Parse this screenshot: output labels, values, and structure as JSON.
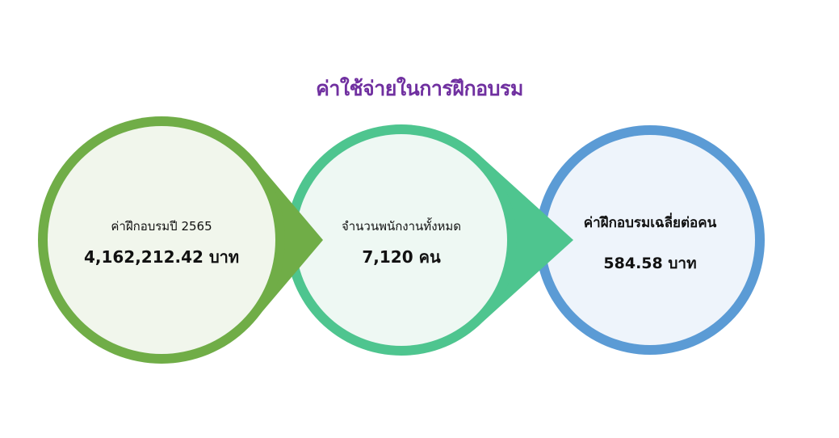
{
  "title": "ค่าใช้จ่ายในการฝึกอบรม",
  "steps": [
    {
      "label": "ค่าฝึกอบรมปี 2565",
      "value": "4,162,212.42 บาท",
      "ring": "#70AD47",
      "fill": "#F1F6EC"
    },
    {
      "label": "จำนวนพนักงานทั้งหมด",
      "value": "7,120 คน",
      "ring": "#4EC58F",
      "fill": "#EEF8F3"
    },
    {
      "label": "ค่าฝึกอบรมเฉลี่ยต่อคน",
      "value": "584.58 บาท",
      "ring": "#5B9BD5",
      "fill": "#EEF4FB"
    }
  ]
}
